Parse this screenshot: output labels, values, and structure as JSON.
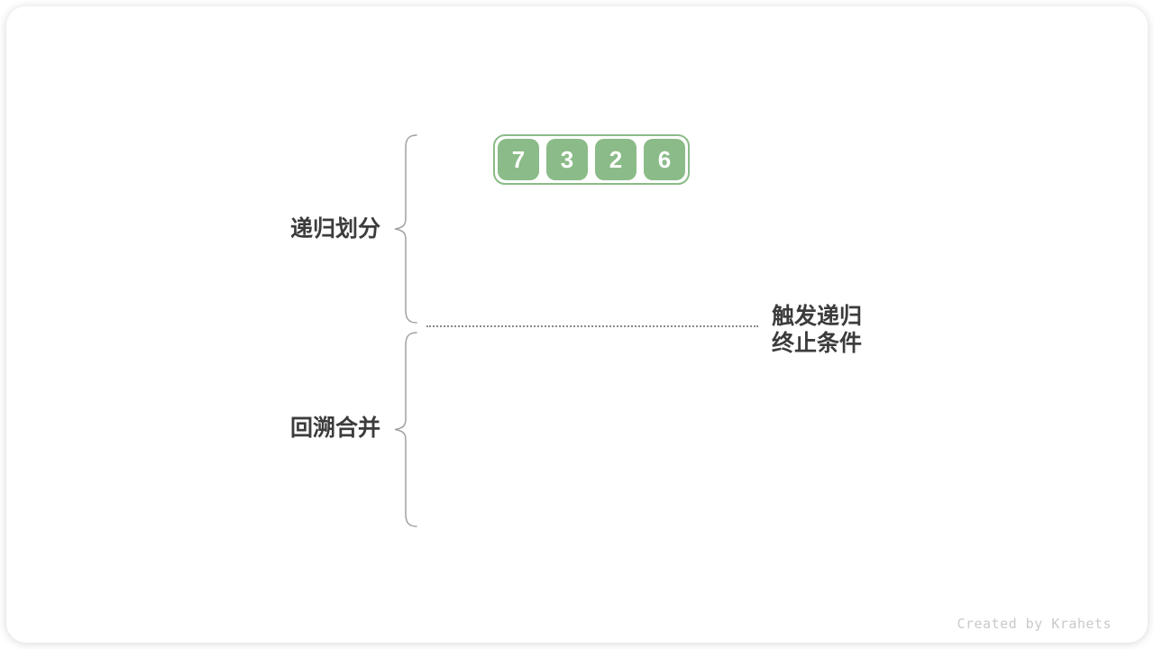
{
  "colors": {
    "array_green": "#8BBB88",
    "text_dark": "#3C3C3C",
    "brace_gray": "#A0A0A0",
    "dotted_gray": "#8A8A8A",
    "credit_gray": "#C9CACB",
    "card_bg": "#FFFFFF"
  },
  "diagram": {
    "array": {
      "values": [
        "7",
        "3",
        "2",
        "6"
      ]
    },
    "phases": [
      {
        "label": "递归划分"
      },
      {
        "label": "回溯合并"
      }
    ],
    "annotation": {
      "line1": "触发递归",
      "line2": "终止条件"
    }
  },
  "footer": {
    "credit": "Created by Krahets"
  }
}
